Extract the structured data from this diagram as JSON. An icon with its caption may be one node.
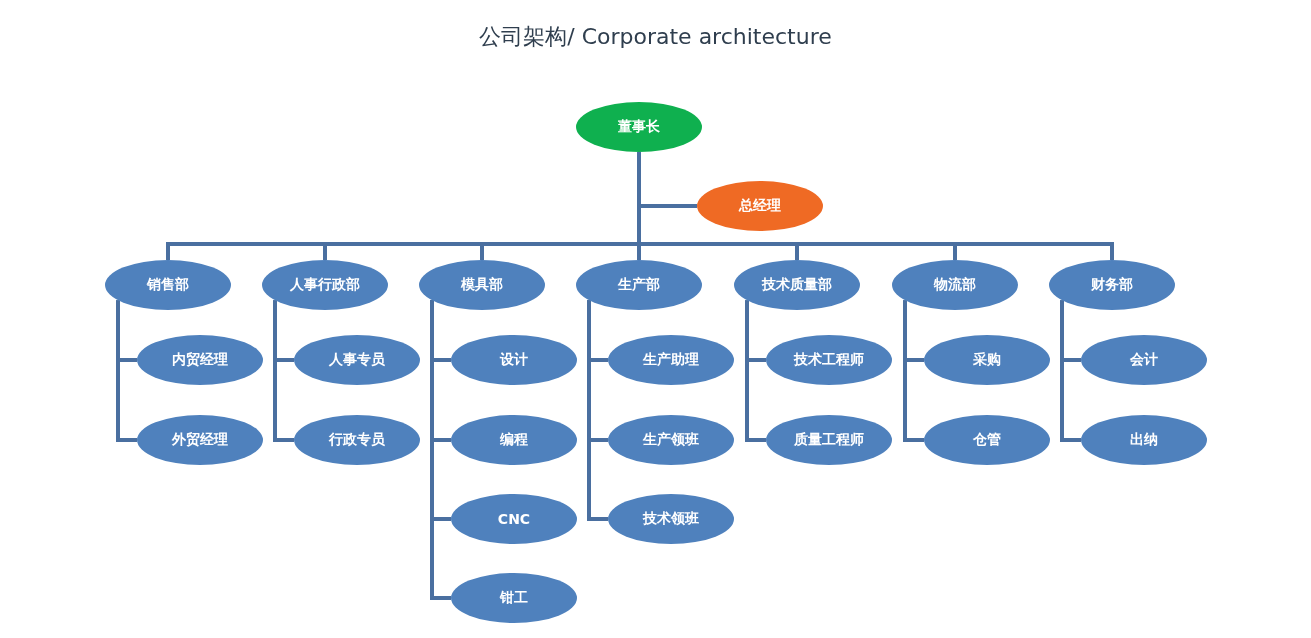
{
  "diagram": {
    "title": "公司架构/ Corporate architecture",
    "nodes": [
      {
        "text": [
          "董事长"
        ]
      },
      {
        "text": [
          "总经理"
        ]
      },
      {
        "text": [
          "销售部"
        ]
      },
      {
        "text": [
          "人事行政部"
        ]
      },
      {
        "text": [
          "模具部"
        ]
      },
      {
        "text": [
          "生产部"
        ]
      },
      {
        "text": [
          "技术质量部"
        ]
      },
      {
        "text": [
          "物流部"
        ]
      },
      {
        "text": [
          "财务部"
        ]
      },
      {
        "text": [
          "内贸经理"
        ]
      },
      {
        "text": [
          "外贸经理"
        ]
      },
      {
        "text": [
          "人事专员"
        ]
      },
      {
        "text": [
          "行政专员"
        ]
      },
      {
        "text": [
          "设计"
        ]
      },
      {
        "text": [
          "编程"
        ]
      },
      {
        "text": [
          "CNC"
        ]
      },
      {
        "text": [
          "钳工"
        ]
      },
      {
        "text": [
          "生产助理"
        ]
      },
      {
        "text": [
          "生产领班"
        ]
      },
      {
        "text": [
          "技术领班"
        ]
      },
      {
        "text": [
          "技术工程师"
        ]
      },
      {
        "text": [
          "质量工程师"
        ]
      },
      {
        "text": [
          "采购"
        ]
      },
      {
        "text": [
          "仓管"
        ]
      },
      {
        "text": [
          "会计"
        ]
      },
      {
        "text": [
          "出纳"
        ]
      }
    ],
    "edges": [
      {
        "from": 0,
        "to": 1,
        "arrow": "none"
      },
      {
        "from": 0,
        "to": 2,
        "arrow": "none"
      },
      {
        "from": 0,
        "to": 3,
        "arrow": "none"
      },
      {
        "from": 0,
        "to": 4,
        "arrow": "none"
      },
      {
        "from": 0,
        "to": 5,
        "arrow": "none"
      },
      {
        "from": 0,
        "to": 6,
        "arrow": "none"
      },
      {
        "from": 0,
        "to": 7,
        "arrow": "none"
      },
      {
        "from": 0,
        "to": 8,
        "arrow": "none"
      },
      {
        "from": 2,
        "to": 9,
        "arrow": "none"
      },
      {
        "from": 2,
        "to": 10,
        "arrow": "none"
      },
      {
        "from": 3,
        "to": 11,
        "arrow": "none"
      },
      {
        "from": 3,
        "to": 12,
        "arrow": "none"
      },
      {
        "from": 4,
        "to": 13,
        "arrow": "none"
      },
      {
        "from": 4,
        "to": 14,
        "arrow": "none"
      },
      {
        "from": 4,
        "to": 15,
        "arrow": "none"
      },
      {
        "from": 4,
        "to": 16,
        "arrow": "none"
      },
      {
        "from": 5,
        "to": 17,
        "arrow": "none"
      },
      {
        "from": 5,
        "to": 18,
        "arrow": "none"
      },
      {
        "from": 5,
        "to": 19,
        "arrow": "none"
      },
      {
        "from": 6,
        "to": 20,
        "arrow": "none"
      },
      {
        "from": 6,
        "to": 21,
        "arrow": "none"
      },
      {
        "from": 7,
        "to": 22,
        "arrow": "none"
      },
      {
        "from": 7,
        "to": 23,
        "arrow": "none"
      },
      {
        "from": 8,
        "to": 24,
        "arrow": "none"
      },
      {
        "from": 8,
        "to": 25,
        "arrow": "none"
      }
    ]
  }
}
